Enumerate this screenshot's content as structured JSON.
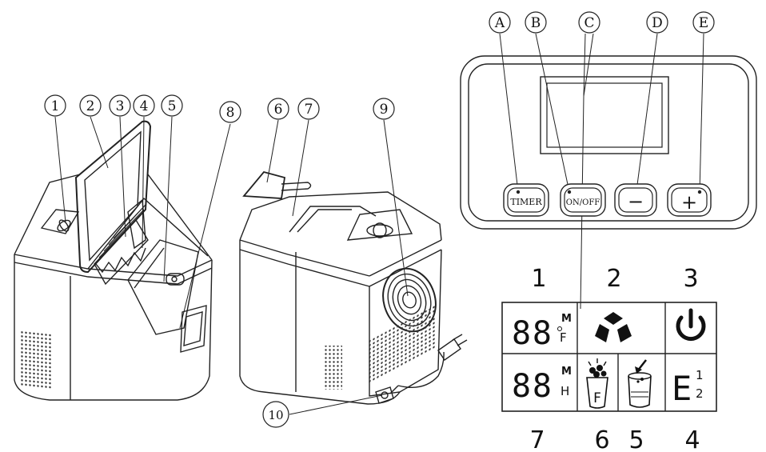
{
  "machine_callouts": [
    "1",
    "2",
    "3",
    "4",
    "5",
    "6",
    "7",
    "8",
    "9",
    "10"
  ],
  "panel_callouts": [
    "A",
    "B",
    "C",
    "D",
    "E"
  ],
  "buttons": {
    "timer": "TIMER",
    "onoff": "ON/OFF",
    "minus": "−",
    "plus": "+"
  },
  "display_numbers": {
    "top": [
      "1",
      "2",
      "3"
    ],
    "bottom": [
      "7",
      "6",
      "5",
      "4"
    ]
  },
  "display": {
    "temp_digits": "88",
    "temp_unit_top": "M",
    "temp_unit_bottom": "F",
    "time_digits": "88",
    "time_unit_top": "M",
    "time_unit_bottom": "H",
    "full_label": "F",
    "error_letter": "E",
    "error_top": "1",
    "error_bottom": "2"
  }
}
